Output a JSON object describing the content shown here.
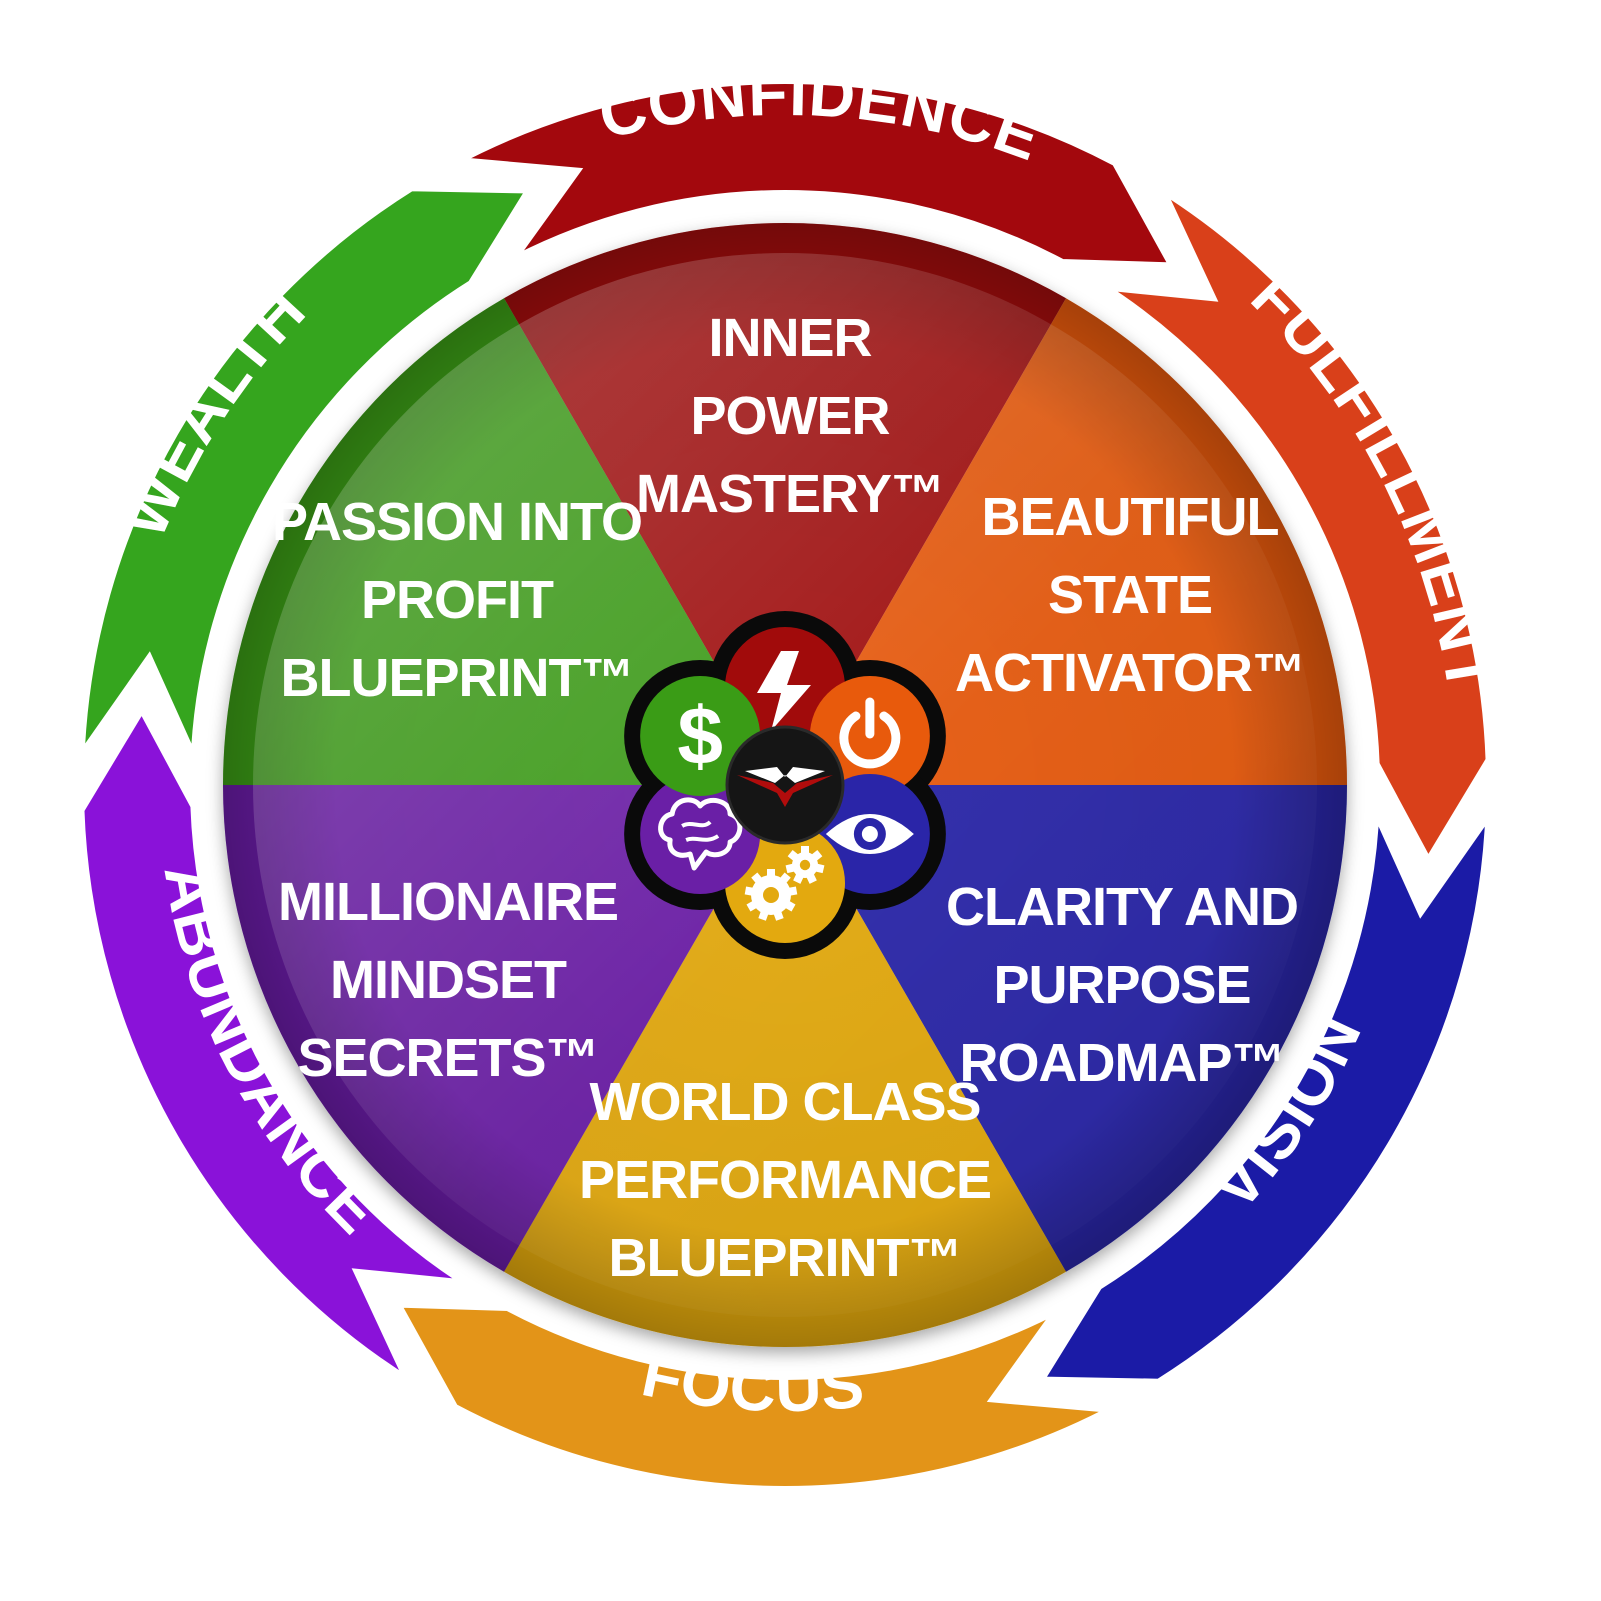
{
  "colors": {
    "red": "#a10b0b",
    "orange": "#e85a0c",
    "blue": "#2a25a8",
    "yellow": "#e3a90f",
    "purple": "#6a1fa6",
    "green": "#3a9c16",
    "ring_red": "#a3080d",
    "ring_orange": "#d9401a",
    "ring_blue": "#1b1ba6",
    "ring_yellow": "#e39418",
    "ring_purple": "#8a12d9",
    "ring_green": "#35a51e",
    "petal_outline": "#0a0a0a"
  },
  "ring": [
    {
      "label": "CONFIDENCE",
      "color": "ring_red"
    },
    {
      "label": "FULFILLMENT",
      "color": "ring_orange"
    },
    {
      "label": "VISION",
      "color": "ring_blue"
    },
    {
      "label": "FOCUS",
      "color": "ring_yellow"
    },
    {
      "label": "ABUNDANCE",
      "color": "ring_purple"
    },
    {
      "label": "WEALTH",
      "color": "ring_green"
    }
  ],
  "segments": [
    {
      "color": "red",
      "lines": [
        "INNER",
        "POWER",
        "MASTERY™"
      ],
      "icon": "lightning-icon"
    },
    {
      "color": "orange",
      "lines": [
        "BEAUTIFUL",
        "STATE",
        "ACTIVATOR™"
      ],
      "icon": "power-icon"
    },
    {
      "color": "blue",
      "lines": [
        "CLARITY AND",
        "PURPOSE",
        "ROADMAP™"
      ],
      "icon": "eye-icon"
    },
    {
      "color": "yellow",
      "lines": [
        "WORLD CLASS",
        "PERFORMANCE",
        "BLUEPRINT™"
      ],
      "icon": "gears-icon"
    },
    {
      "color": "purple",
      "lines": [
        "MILLIONAIRE",
        "MINDSET",
        "SECRETS™"
      ],
      "icon": "brain-icon"
    },
    {
      "color": "green",
      "lines": [
        "PASSION INTO",
        "PROFIT",
        "BLUEPRINT™"
      ],
      "icon": "dollar-icon"
    }
  ],
  "center": {
    "icon": "eagle-logo-icon"
  },
  "icons": {
    "dollar_glyph": "$"
  }
}
